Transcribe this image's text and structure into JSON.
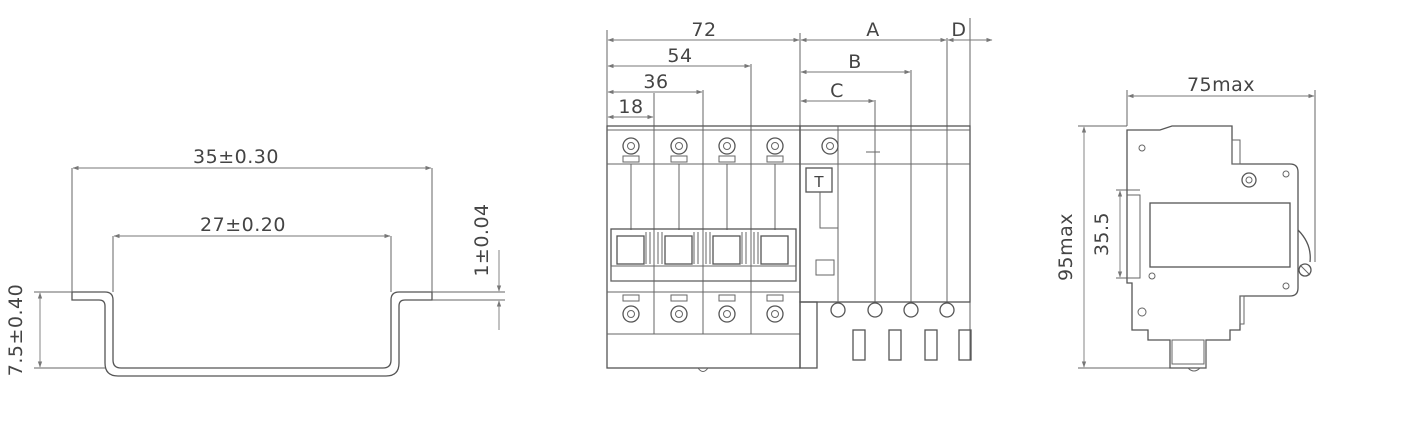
{
  "rail": {
    "width_label": "35±0.30",
    "inner_label": "27±0.20",
    "height_label": "7.5±0.40",
    "thickness_label": "1±0.04"
  },
  "front": {
    "dim_72": "72",
    "dim_54": "54",
    "dim_36": "36",
    "dim_18": "18",
    "dim_A": "A",
    "dim_B": "B",
    "dim_C": "C",
    "dim_D": "D",
    "test_button": "T"
  },
  "side": {
    "width_label": "75max",
    "height_label": "95max",
    "rail_label": "35.5"
  }
}
